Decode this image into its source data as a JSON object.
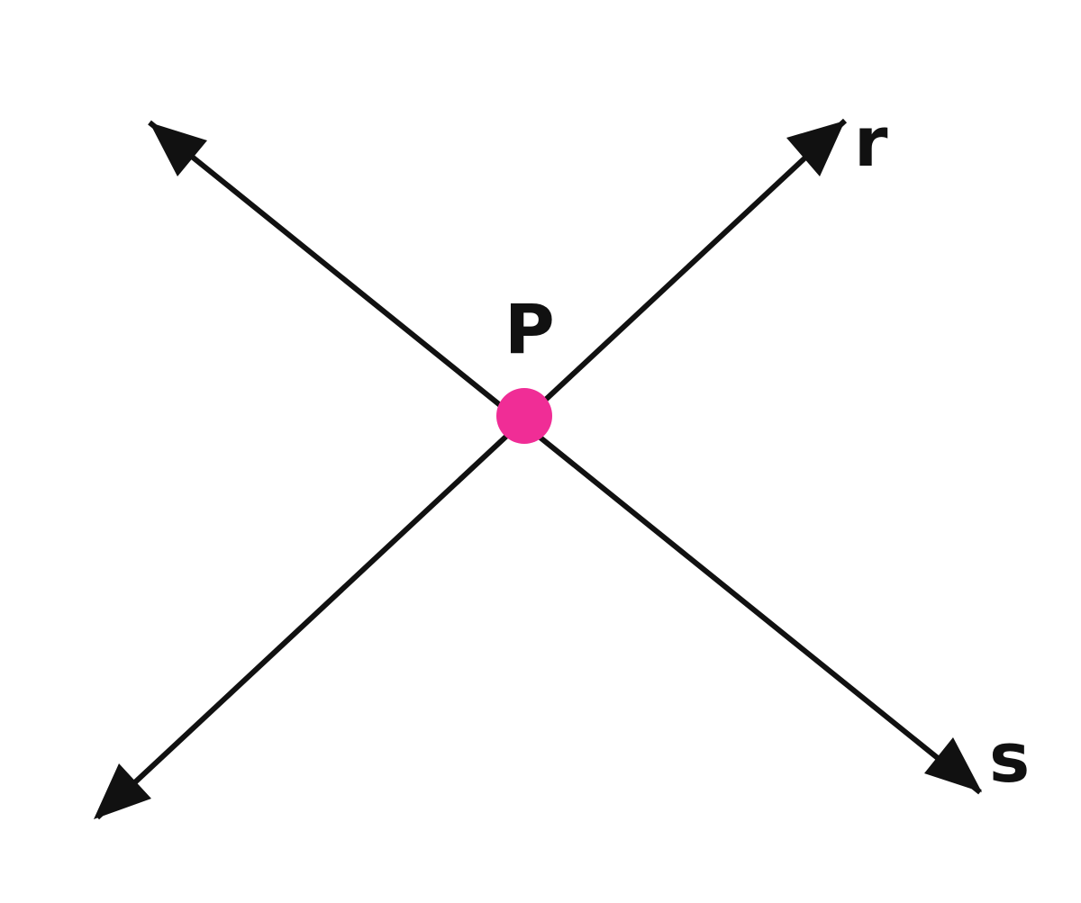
{
  "diagram": {
    "point_label": "P",
    "line_r_label": "r",
    "line_s_label": "s"
  },
  "colors": {
    "line": "#111111",
    "point": "#f02d96",
    "label": "#111111"
  }
}
